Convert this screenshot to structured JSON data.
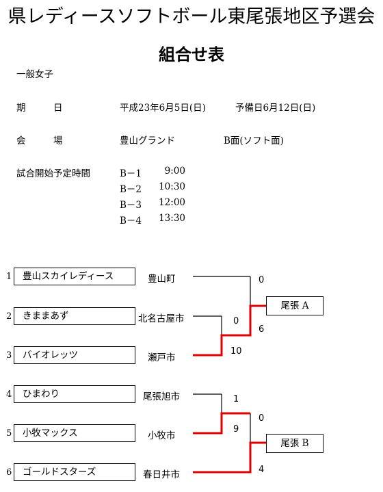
{
  "header": {
    "title": "県レディースソフトボール東尾張地区予選会",
    "subtitle": "組合せ表"
  },
  "info": {
    "category": "一般女子",
    "date_label": "期　　　日",
    "date_value": "平成23年6月5日(日)",
    "reserve_value": "予備日6月12日(日)",
    "venue_label": "会　　　場",
    "venue_value": "豊山グランド",
    "field_value": "B面(ソフト面)",
    "schedule_label": "試合開始予定時間",
    "schedule": [
      {
        "court": "B－1",
        "time": "9:00"
      },
      {
        "court": "B－2",
        "time": "10:30"
      },
      {
        "court": "B－3",
        "time": "12:00"
      },
      {
        "court": "B－4",
        "time": "13:30"
      }
    ]
  },
  "teams": [
    {
      "seed": "1",
      "name": "豊山スカイレディース",
      "city": "豊山町"
    },
    {
      "seed": "2",
      "name": "きままあず",
      "city": "北名古屋市"
    },
    {
      "seed": "3",
      "name": "バイオレッツ",
      "city": "瀬戸市"
    },
    {
      "seed": "4",
      "name": "ひまわり",
      "city": "尾張旭市"
    },
    {
      "seed": "5",
      "name": "小牧マックス",
      "city": "小牧市"
    },
    {
      "seed": "6",
      "name": "ゴールドスターズ",
      "city": "春日井市"
    }
  ],
  "scores": {
    "a_first_top": "0",
    "a_first_bottom": "10",
    "a_final_top": "0",
    "a_final_bottom": "6",
    "b_first_top": "1",
    "b_first_bottom": "9",
    "b_final_top": "0",
    "b_final_bottom": "4"
  },
  "winners": {
    "a": "尾張 A",
    "b": "尾張 B"
  },
  "colors": {
    "winner_line": "#e00000",
    "line": "#000000"
  }
}
